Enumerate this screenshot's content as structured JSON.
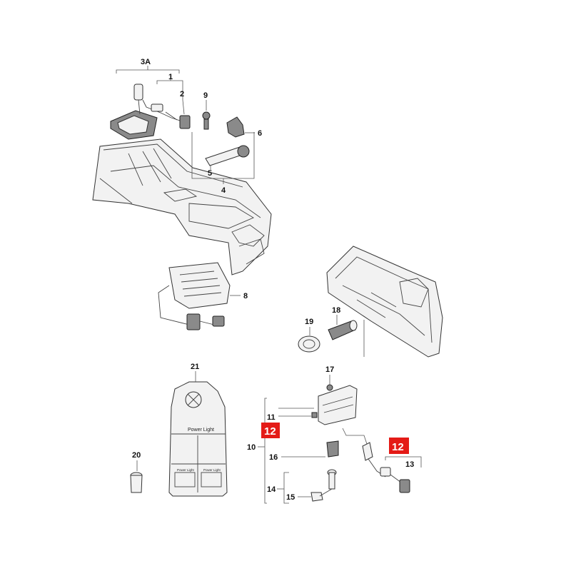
{
  "callouts": {
    "c3a": "3A",
    "c1": "1",
    "c2": "2",
    "c4": "4",
    "c5": "5",
    "c6": "6",
    "c8": "8",
    "c9": "9",
    "c10": "10",
    "c11": "11",
    "c12a": "12",
    "c12b": "12",
    "c13": "13",
    "c14": "14",
    "c15": "15",
    "c16": "16",
    "c17": "17",
    "c18": "18",
    "c19": "19",
    "c20": "20",
    "c21": "21"
  },
  "package": {
    "brand_line": "Power Light",
    "small_line_left": "Power Light",
    "small_line_right": "Power Light"
  },
  "colors": {
    "highlight": "#e41b17",
    "line": "#333333"
  }
}
